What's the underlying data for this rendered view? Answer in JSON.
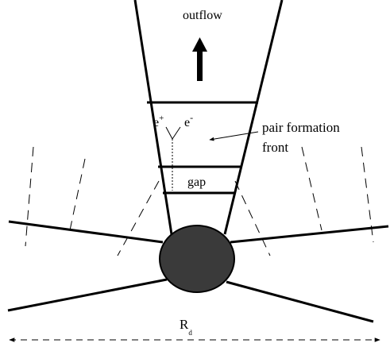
{
  "labels": {
    "outflow": "outflow",
    "positron": "e",
    "positron_sup": "+",
    "electron": "e",
    "electron_sup": "-",
    "pair_front_line1": "pair formation",
    "pair_front_line2": "front",
    "gap": "gap",
    "radius_main": "R",
    "radius_sub": "d"
  },
  "colors": {
    "ink": "#000000",
    "star_fill": "#3a3a3a",
    "background": "#ffffff"
  }
}
